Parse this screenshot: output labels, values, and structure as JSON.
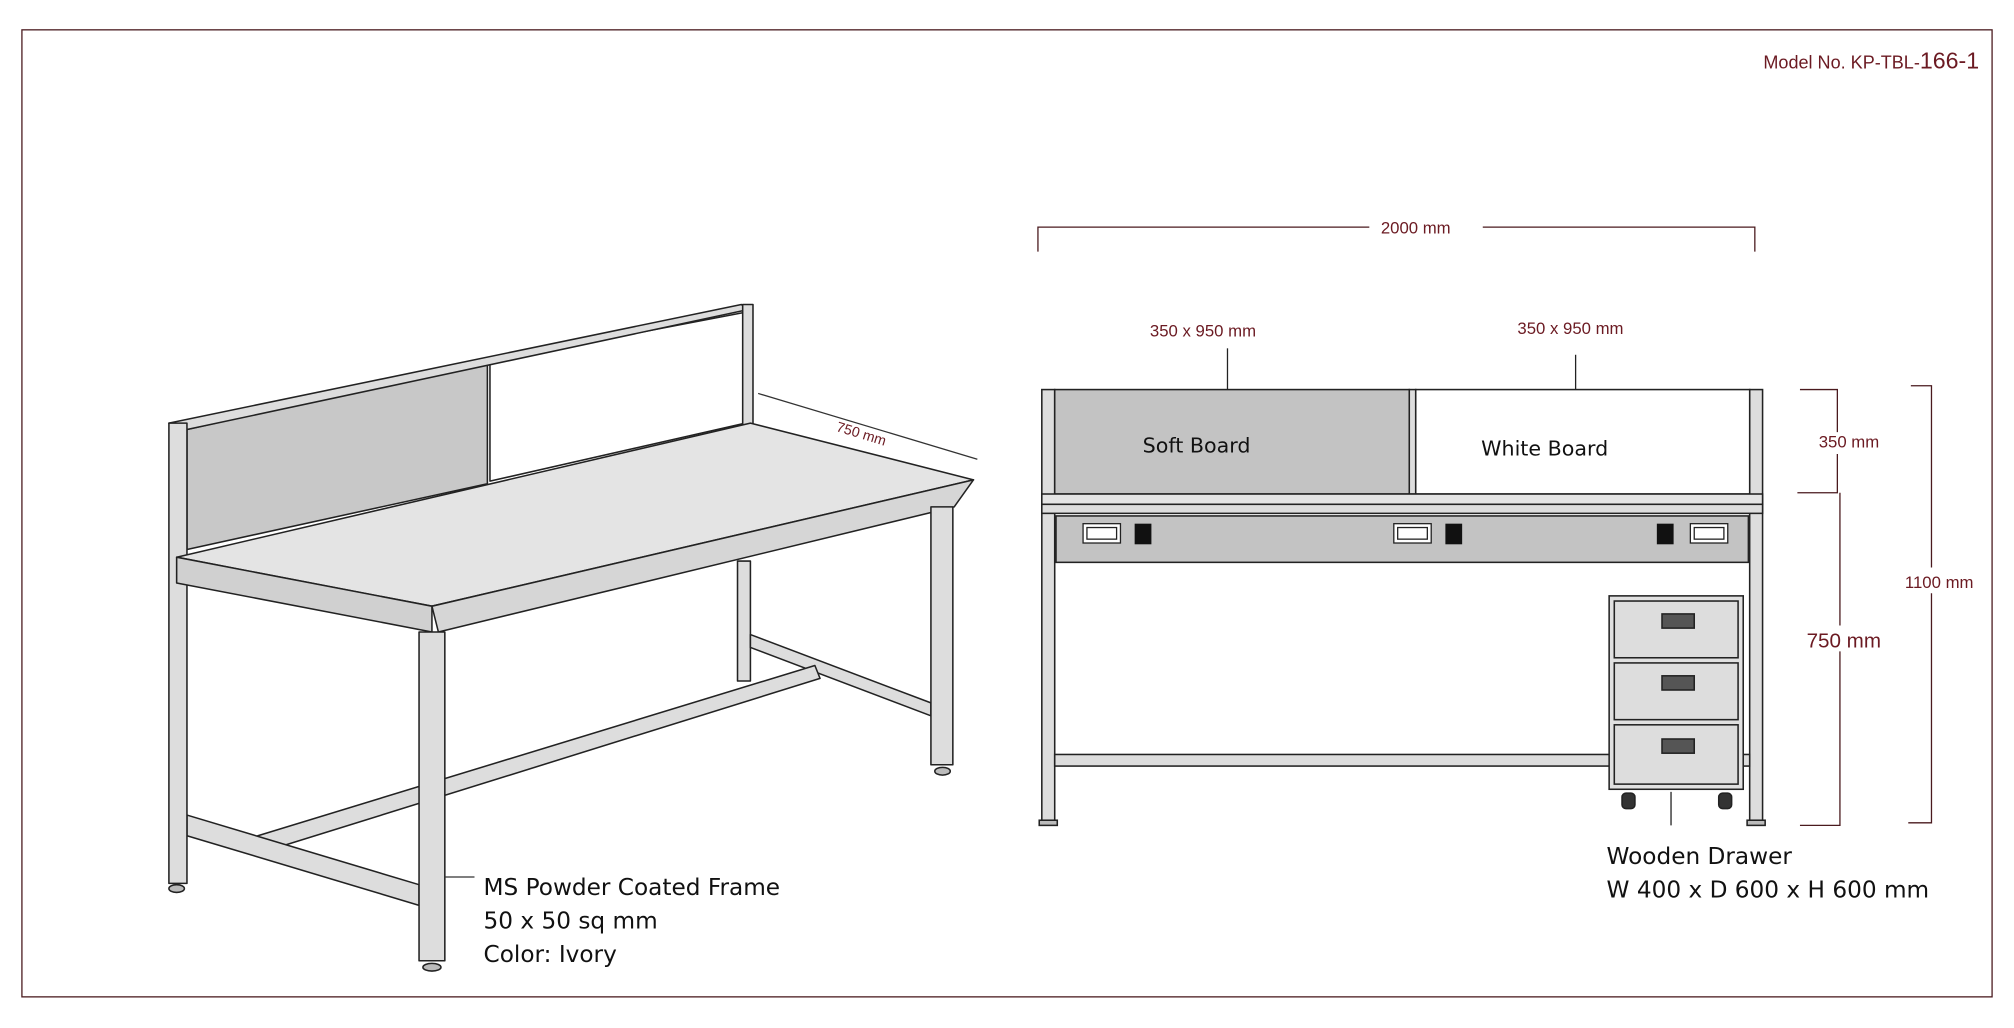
{
  "header": {
    "model_prefix": "Model No. KP-TBL-",
    "model_number": "166-1"
  },
  "perspective": {
    "depth_dim": "750 mm",
    "frame_note": [
      "MS Powder Coated Frame",
      "50 x 50 sq mm",
      "Color: Ivory"
    ]
  },
  "elevation": {
    "width_dim": "2000 mm",
    "soft_board_dim": "350 x 950 mm",
    "white_board_dim": "350 x 950 mm",
    "soft_board_label": "Soft Board",
    "white_board_label": "White Board",
    "board_height_dim": "350 mm",
    "table_height_dim": "750 mm",
    "total_height_dim": "1100 mm",
    "drawer_note": [
      "Wooden Drawer",
      "W 400 x D 600 x H 600 mm"
    ]
  },
  "colors": {
    "dimension": "#6b1a22",
    "frame": "#d0d0d0",
    "soft_board": "#c3c3c3",
    "border": "#4a1a1e"
  }
}
